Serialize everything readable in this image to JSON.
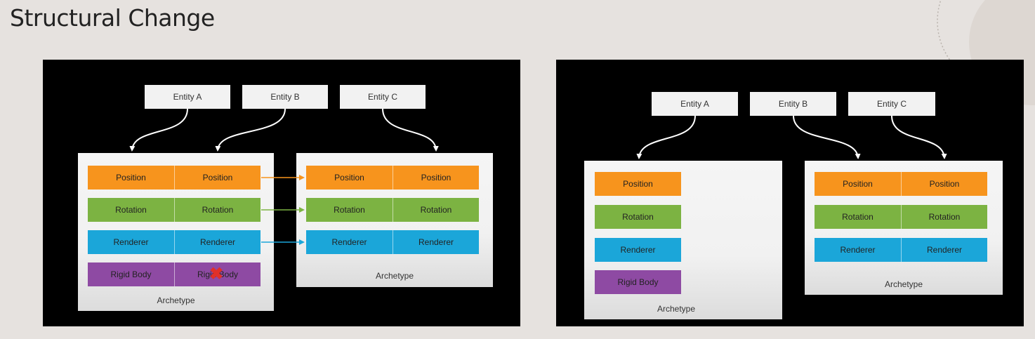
{
  "title": "Structural Change",
  "colors": {
    "position": "#f7941d",
    "rotation": "#7cb342",
    "renderer": "#1ba6d9",
    "rigid_body": "#8e4aa3",
    "remove_mark": "#e03028"
  },
  "left_diagram": {
    "entities": [
      "Entity A",
      "Entity B",
      "Entity C"
    ],
    "archetype_source": {
      "label": "Archetype",
      "rows": [
        [
          "Position",
          "Position"
        ],
        [
          "Rotation",
          "Rotation"
        ],
        [
          "Renderer",
          "Renderer"
        ],
        [
          "Rigid Body",
          "Rigid Body"
        ]
      ],
      "removed_mark_icon": "red-x-icon"
    },
    "archetype_target": {
      "label": "Archetype",
      "rows": [
        [
          "Position",
          "Position"
        ],
        [
          "Rotation",
          "Rotation"
        ],
        [
          "Renderer",
          "Renderer"
        ]
      ]
    }
  },
  "right_diagram": {
    "entities": [
      "Entity A",
      "Entity B",
      "Entity C"
    ],
    "archetype_a": {
      "label": "Archetype",
      "rows": [
        "Position",
        "Rotation",
        "Renderer",
        "Rigid Body"
      ]
    },
    "archetype_b": {
      "label": "Archetype",
      "rows": [
        [
          "Position",
          "Position"
        ],
        [
          "Rotation",
          "Rotation"
        ],
        [
          "Renderer",
          "Renderer"
        ]
      ]
    }
  }
}
